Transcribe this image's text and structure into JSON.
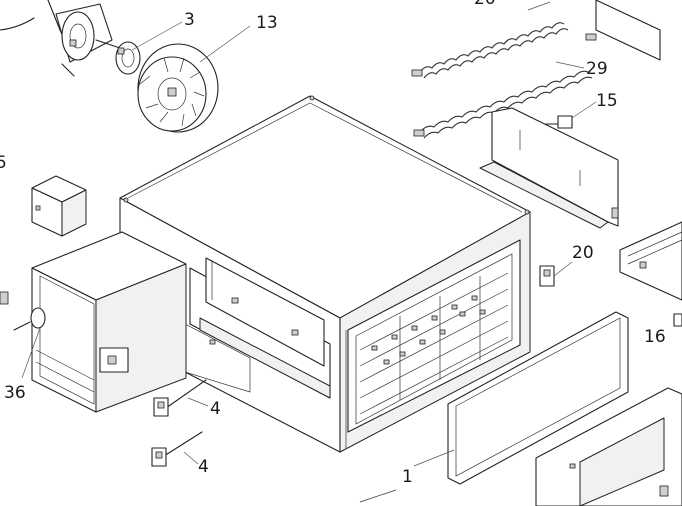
{
  "callouts": {
    "c_top_partial": "20",
    "c_3": "3",
    "c_13": "13",
    "c_29": "29",
    "c_15": "15",
    "c_left_partial": "5",
    "c_20": "20",
    "c_16": "16",
    "c_36": "36",
    "c_4_upper": "4",
    "c_4_lower": "4",
    "c_1": "1"
  }
}
